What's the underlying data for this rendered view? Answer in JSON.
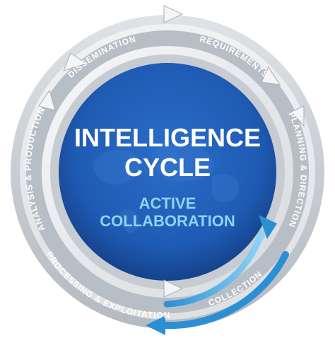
{
  "title_line1": "INTELLIGENCE",
  "title_line2": "CYCLE",
  "subtitle_line1": "ACTIVE",
  "subtitle_line2": "COLLABORATION",
  "stages": [
    {
      "id": "requirements",
      "label": "REQUIREMENTS"
    },
    {
      "id": "planning",
      "label": "PLANNING & DIRECTION"
    },
    {
      "id": "collection",
      "label": "COLLECTION"
    },
    {
      "id": "processing",
      "label": "PROCESSING & EXPLOITATION"
    },
    {
      "id": "analysis",
      "label": "ANALYSIS & PRODUCTION"
    },
    {
      "id": "dissemination",
      "label": "DISSEMINATION"
    }
  ],
  "colors": {
    "center_blue": "#1f5bb4",
    "center_dark": "#123f86",
    "title_text": "#ffffff",
    "subtitle_text": "#8fd3f4",
    "ring_light": "#f2f4f6",
    "ring_mid": "#c4c9cf",
    "ring_dark": "#8e959d",
    "label_text": "#ffffff",
    "highlight_blue": "#2b8fd6"
  }
}
